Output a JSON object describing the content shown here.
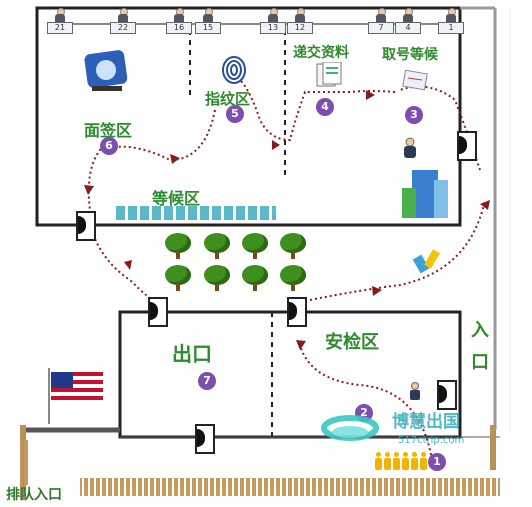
{
  "zones": {
    "interview": "面签区",
    "fingerprint": "指纹区",
    "documents": "递交资料",
    "take_number": "取号等候",
    "waiting": "等候区",
    "exit": "出口",
    "security": "安检区",
    "entrance": "入口",
    "queue_entrance": "排队入口"
  },
  "steps": [
    "1",
    "2",
    "3",
    "4",
    "5",
    "6",
    "7"
  ],
  "windows": [
    "21",
    "22",
    "16",
    "15",
    "13",
    "12",
    "7",
    "4",
    "1"
  ],
  "watermark": {
    "text": "博慧出国",
    "url": "517ctrip.com"
  },
  "colors": {
    "zone_label": "#2e8a2e",
    "path": "#8b1a1a",
    "step_badge": "#7a4fb0"
  }
}
